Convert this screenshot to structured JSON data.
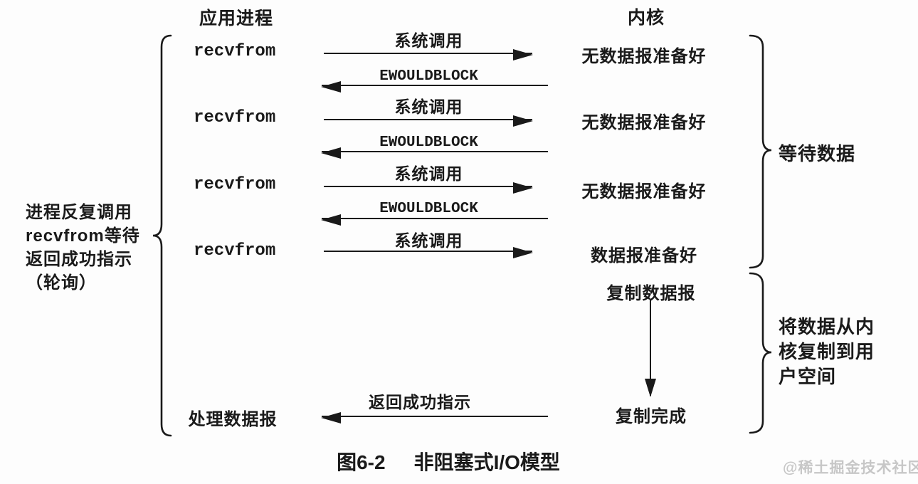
{
  "colors": {
    "ink": "#1a1a1a",
    "background": "#fdfdfd",
    "watermark": "#c7c7c7"
  },
  "headers": {
    "application_process": "应用进程",
    "kernel": "内核"
  },
  "left_note": {
    "lines": [
      "进程反复调用",
      "recvfrom等待",
      "返回成功指示",
      "（轮询）"
    ]
  },
  "cycles": [
    {
      "call": "recvfrom",
      "syscall_label": "系统调用",
      "kernel_state": "无数据报准备好",
      "return_label": "EWOULDBLOCK"
    },
    {
      "call": "recvfrom",
      "syscall_label": "系统调用",
      "kernel_state": "无数据报准备好",
      "return_label": "EWOULDBLOCK"
    },
    {
      "call": "recvfrom",
      "syscall_label": "系统调用",
      "kernel_state": "无数据报准备好",
      "return_label": "EWOULDBLOCK"
    },
    {
      "call": "recvfrom",
      "syscall_label": "系统调用",
      "kernel_state": "数据报准备好"
    }
  ],
  "copy_phase": {
    "start": "复制数据报",
    "end": "复制完成"
  },
  "process_row": {
    "label": "处理数据报",
    "arrow_label": "返回成功指示"
  },
  "brace_labels": {
    "wait_data": "等待数据",
    "copy_to_user_lines": [
      "将数据从内",
      "核复制到用",
      "户空间"
    ]
  },
  "caption": {
    "figure_number": "图6-2",
    "title": "非阻塞式I/O模型"
  },
  "watermark": "@稀土掘金技术社区"
}
